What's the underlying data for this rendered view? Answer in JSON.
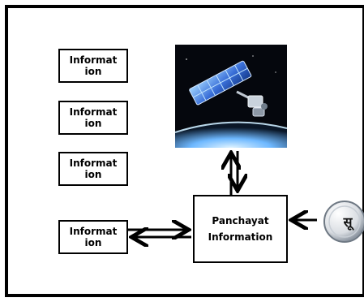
{
  "info_boxes": [
    {
      "line1": "Informat",
      "line2": "ion"
    },
    {
      "line1": "Informat",
      "line2": "ion"
    },
    {
      "line1": "Informat",
      "line2": "ion"
    },
    {
      "line1": "Informat",
      "line2": "ion"
    }
  ],
  "center": {
    "line1": "Panchayat",
    "line2": "Information"
  },
  "badge": {
    "glyphs": "सू"
  },
  "colors": {
    "border": "#000000",
    "background": "#ffffff",
    "space": "#05070d",
    "panel": "#3a6fd8"
  }
}
